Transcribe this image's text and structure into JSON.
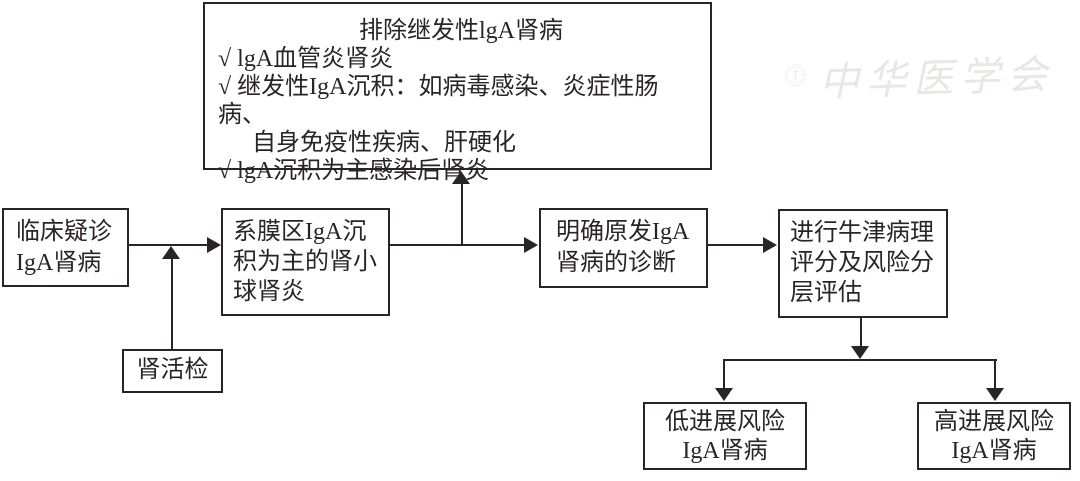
{
  "colors": {
    "ink": "#2b2426",
    "background": "#ffffff",
    "watermark": "#e9e6e5"
  },
  "exclusion_box": {
    "title": "排除继发性lgA肾病",
    "items": [
      "√ lgA血管炎肾炎",
      "√ 继发性IgA沉积：如病毒感染、炎症性肠病、",
      "自身免疫性疾病、肝硬化",
      "√ lgA沉积为主感染后肾炎"
    ]
  },
  "nodes": {
    "clinical_suspicion": {
      "lines": [
        "临床疑诊",
        "IgA肾病"
      ]
    },
    "renal_biopsy": {
      "label": "肾活检"
    },
    "mesangial_deposition": {
      "lines": [
        "系膜区IgA沉",
        "积为主的肾小",
        "球肾炎"
      ]
    },
    "primary_diagnosis": {
      "lines": [
        "明确原发IgA",
        "肾病的诊断"
      ]
    },
    "oxford_scoring": {
      "lines": [
        "进行牛津病理",
        "评分及风险分",
        "层评估"
      ]
    },
    "low_risk": {
      "lines": [
        "低进展风险",
        "IgA肾病"
      ]
    },
    "high_risk": {
      "lines": [
        "高进展风险",
        "IgA肾病"
      ]
    }
  },
  "watermark": {
    "text": "中华医学会"
  }
}
